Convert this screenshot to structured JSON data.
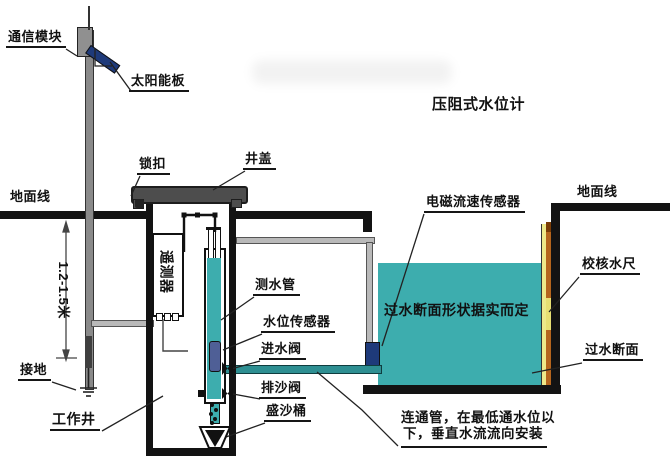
{
  "title": "压阻式水位计",
  "pole": {
    "comm_module": "通信模块",
    "solar_panel": "太阳能板",
    "grounding": "接地",
    "depth_dim": "1.2-1.5米"
  },
  "ground": {
    "left_label": "地面线",
    "right_label": "地面线"
  },
  "well": {
    "lock": "锁扣",
    "cover": "井盖",
    "working_well": "工作井",
    "logger": "遥测器",
    "measuring_pipe": "测水管",
    "level_sensor": "水位传感器",
    "inlet_valve": "进水阀",
    "sand_valve": "排沙阀",
    "sand_bucket": "盛沙桶"
  },
  "channel": {
    "flow_sensor": "电磁流速传感器",
    "section_note": "过水断面形状据实而定",
    "staff_gauge": "校核水尺",
    "cross_section": "过水断面",
    "conn_pipe_note_line1": "连通管，在最低通水位以",
    "conn_pipe_note_line2": "下，垂直水流流向安装"
  },
  "colors": {
    "water": "#3dadae",
    "connecting_pipe": "#2e8f92",
    "navy": "#1e3a7a",
    "gauge_orange": "#b5651d",
    "gauge_yellow": "#ece87e",
    "well_cover": "#4d4d4d",
    "pole_gray": "#8a8a8a",
    "line_black": "#131313"
  }
}
